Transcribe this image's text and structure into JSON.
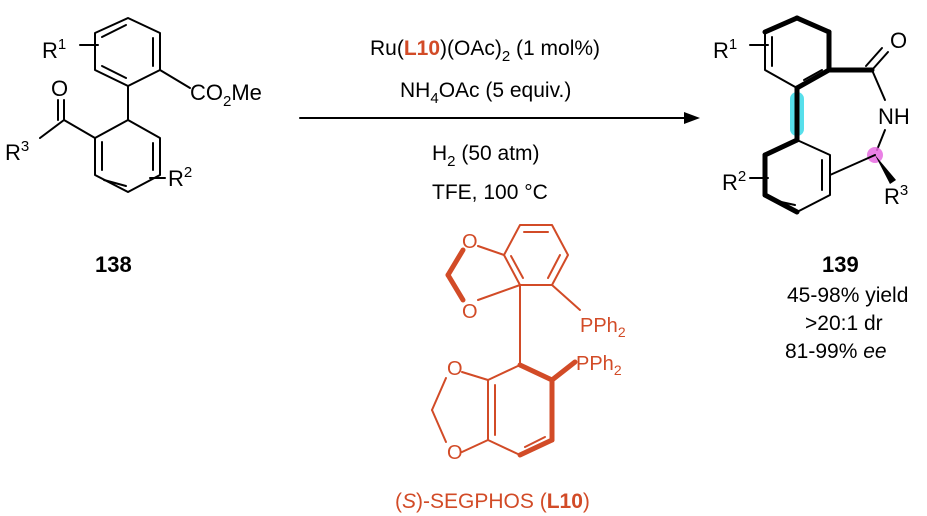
{
  "reactant": {
    "id": "138",
    "substituents": {
      "r1": "R",
      "r1_sup": "1",
      "r2": "R",
      "r2_sup": "2",
      "r3": "R",
      "r3_sup": "3"
    },
    "ester_c": "CO",
    "ester_sub": "2",
    "ester_me": "Me",
    "carbonyl_o": "O"
  },
  "conditions": {
    "catalyst_pre": "Ru(",
    "catalyst_ligand": "L10",
    "catalyst_post": ")(OAc)",
    "catalyst_sub": "2",
    "catalyst_load": " (1 mol%)",
    "reagent_pre": "NH",
    "reagent_sub": "4",
    "reagent_post": "OAc (5 equiv.)",
    "gas_pre": "H",
    "gas_sub": "2",
    "gas_post": " (50 atm)",
    "solvent_temp": "TFE, 100 °C"
  },
  "product": {
    "id": "139",
    "o": "O",
    "nh": "NH",
    "r1": "R",
    "r1_sup": "1",
    "r2": "R",
    "r2_sup": "2",
    "r3": "R",
    "r3_sup": "3",
    "yield": "45-98% yield",
    "dr": ">20:1 dr",
    "ee_value": "81-99% ",
    "ee_unit": "ee"
  },
  "ligand": {
    "o_label": "O",
    "pph": "PPh",
    "pph_sub": "2",
    "name_open": "(",
    "name_s": "S",
    "name_mid": ")-SEGPHOS (",
    "name_l": "L10",
    "name_close": ")"
  },
  "colors": {
    "ligand": "#d24b27",
    "biaryl_axis": "#3ad9e8",
    "stereocenter": "#e66be0"
  }
}
